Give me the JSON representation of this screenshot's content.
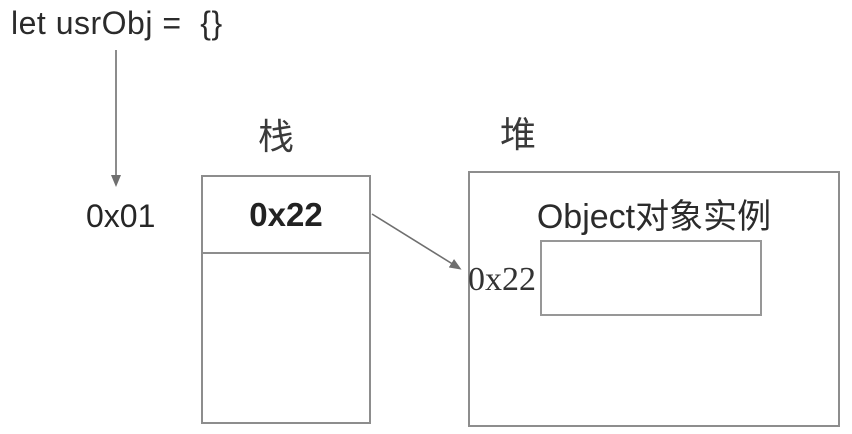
{
  "colors": {
    "background": "#ffffff",
    "text": "#2b2b2b",
    "box_border": "#8d8d8d",
    "arrow": "#6f6f6f"
  },
  "declaration": {
    "code": "let usrObj =  {}"
  },
  "variable": {
    "address": "0x01"
  },
  "stack": {
    "label": "栈",
    "cell_value": "0x22"
  },
  "heap": {
    "label": "堆",
    "object_title": "Object对象实例",
    "address": "0x22"
  }
}
